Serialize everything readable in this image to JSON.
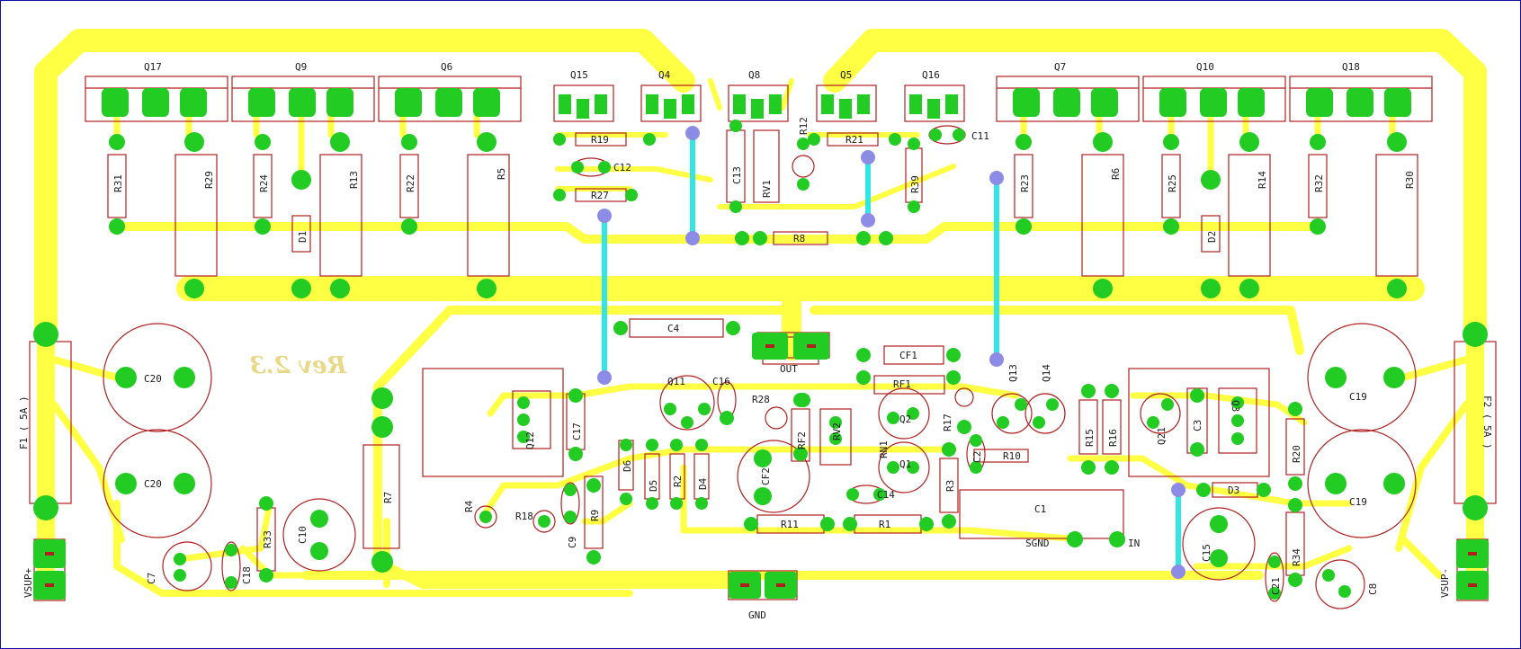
{
  "revision": "Rev 2.3",
  "connectors": {
    "out": "OUT",
    "gnd": "GND",
    "sgnd": "SGND",
    "in": "IN",
    "vsup_plus": "VSUP+",
    "vsup_minus": "VSUP-"
  },
  "fuses": {
    "f1": "F1 ( 5A )",
    "f2": "F2 ( 5A )"
  },
  "transistors": {
    "q17": "Q17",
    "q9": "Q9",
    "q6": "Q6",
    "q15": "Q15",
    "q4": "Q4",
    "q8": "Q8",
    "q5": "Q5",
    "q16": "Q16",
    "q7": "Q7",
    "q10": "Q10",
    "q18": "Q18",
    "q11": "Q11",
    "q12": "Q12",
    "q13": "Q13",
    "q14": "Q14",
    "q2": "Q2",
    "q1": "Q1",
    "q21": "Q21",
    "q3": "Q3"
  },
  "resistors": {
    "r31": "R31",
    "r29": "R29",
    "r24": "R24",
    "r13": "R13",
    "r22": "R22",
    "r5": "R5",
    "r19": "R19",
    "r27": "R27",
    "r12": "R12",
    "r21": "R21",
    "r39": "R39",
    "r23": "R23",
    "r6": "R6",
    "r25": "R25",
    "r14": "R14",
    "r32": "R32",
    "r30": "R30",
    "r8": "R8",
    "rf1": "RF1",
    "r28": "R28",
    "rf2": "RF2",
    "rv2": "RV2",
    "rn1": "RN1",
    "r17": "R17",
    "r10": "R10",
    "r15": "R15",
    "r16": "R16",
    "r20": "R20",
    "r7": "R7",
    "r4": "R4",
    "r18": "R18",
    "r9": "R9",
    "r2": "R2",
    "r3": "R3",
    "r1": "R1",
    "r11": "R11",
    "r33": "R33",
    "r34": "R34",
    "rv1": "RV1"
  },
  "capacitors": {
    "c12": "C12",
    "c13": "C13",
    "c11": "C11",
    "c4": "C4",
    "cf1": "CF1",
    "c16": "C16",
    "c17": "C17",
    "c2": "C2",
    "c3": "C3",
    "cf2": "CF2",
    "c14": "C14",
    "c1": "C1",
    "c9": "C9",
    "c10": "C10",
    "c18": "C18",
    "c7": "C7",
    "c15": "C15",
    "c21": "C21",
    "c8": "C8",
    "c20a": "C20",
    "c20b": "C20",
    "c19a": "C19",
    "c19b": "C19"
  },
  "diodes": {
    "d1": "D1",
    "d2": "D2",
    "d6": "D6",
    "d5": "D5",
    "d4": "D4",
    "d3": "D3"
  },
  "colors": {
    "trace": "#ffff44",
    "pad": "#22cc22",
    "jumper": "#33e6e6",
    "via": "#8c8ce6",
    "silk": "#b02020",
    "border": "#1010a0",
    "rev_text": "#e8d888"
  }
}
